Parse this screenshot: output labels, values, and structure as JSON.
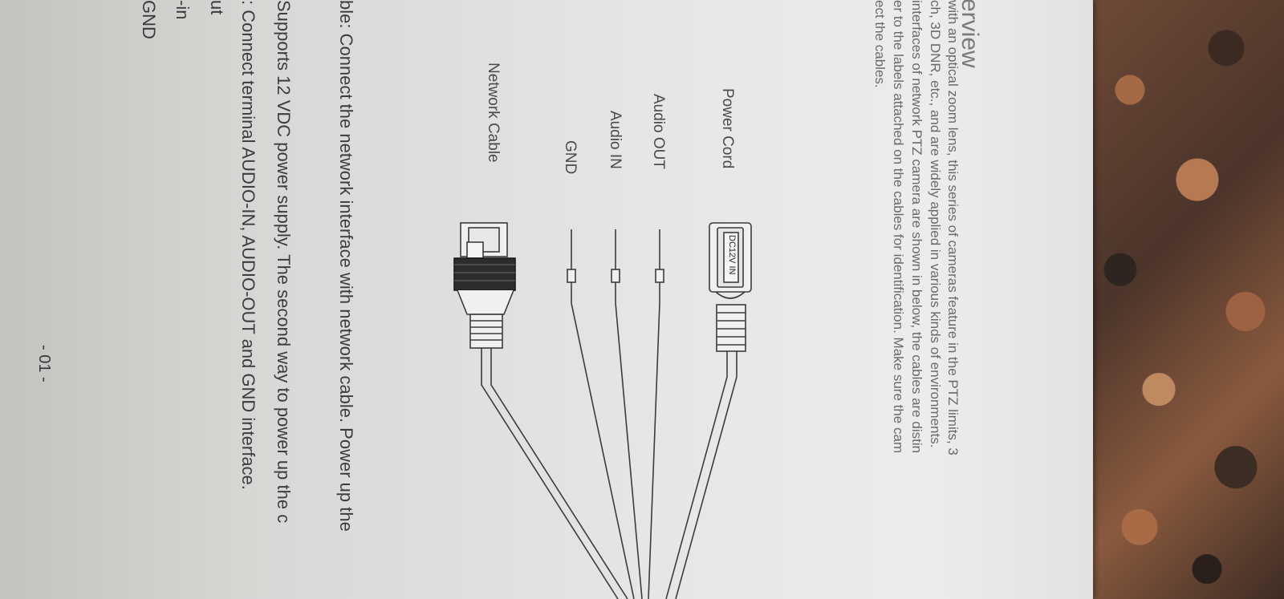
{
  "section": {
    "heading": "erview"
  },
  "intro_lines": [
    "with an optical zoom lens, this series of cameras feature in the PTZ limits, 3",
    "ch, 3D DNR, etc., and are widely applied in various kinds of environments.",
    "interfaces of network PTZ camera are shown in below, the cables are distin",
    "er to the labels attached on the cables for identification. Make sure the cam",
    "ect the cables."
  ],
  "cable_labels": {
    "power": "Power Cord",
    "audio_out": "Audio OUT",
    "audio_in": "Audio IN",
    "gnd": "GND",
    "network": "Network Cable"
  },
  "connector_text": "DC12V IN",
  "body_lines": [
    "ble: Connect the network interface with network cable. Power up the",
    "Supports 12 VDC power supply. The second way to power up the c",
    ": Connect terminal AUDIO-IN, AUDIO-OUT and GND interface.",
    "ut",
    "-in",
    "GND"
  ],
  "page_number": "- 01 -"
}
